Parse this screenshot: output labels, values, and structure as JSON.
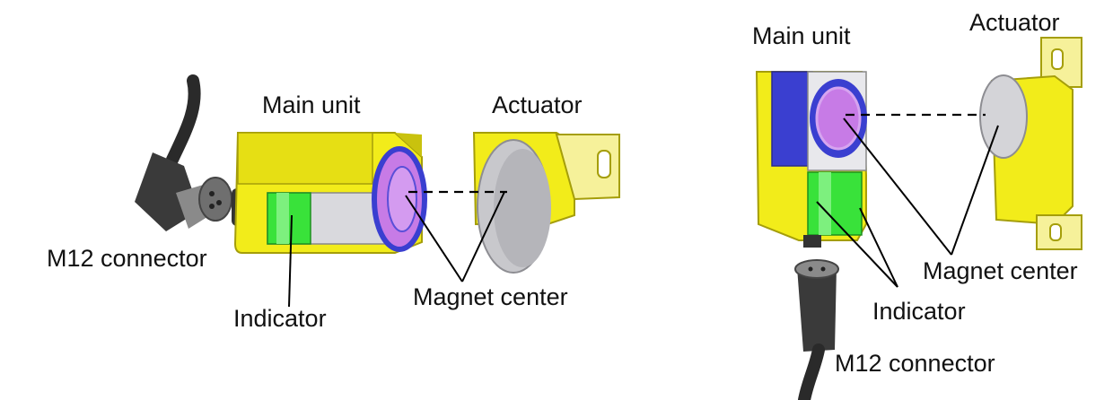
{
  "left_view": {
    "labels": {
      "main_unit": "Main unit",
      "actuator": "Actuator",
      "m12_connector": "M12 connector",
      "indicator": "Indicator",
      "magnet_center": "Magnet center"
    }
  },
  "right_view": {
    "labels": {
      "main_unit": "Main unit",
      "actuator": "Actuator",
      "m12_connector": "M12 connector",
      "indicator": "Indicator",
      "magnet_center": "Magnet center"
    }
  },
  "colors": {
    "housing_yellow": "#f2ec1a",
    "housing_shadow": "#c9c20e",
    "indicator_green": "#39e23a",
    "magnet_purple": "#c77be6",
    "ring_blue": "#3a3fd0",
    "actuator_grey": "#c8c8cc",
    "cable_dark": "#2a2a2a",
    "line_black": "#000000"
  }
}
